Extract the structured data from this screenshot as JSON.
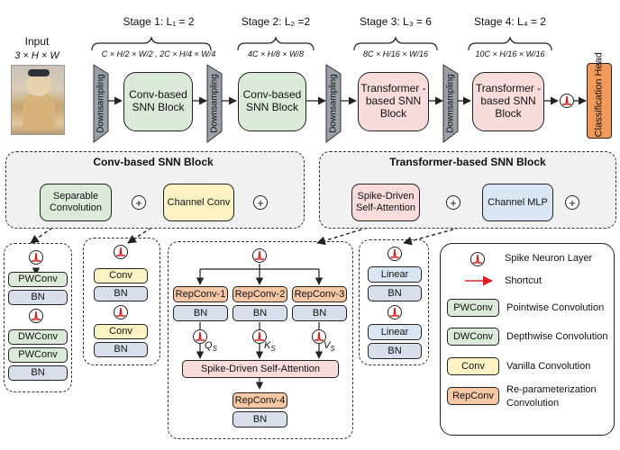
{
  "top": {
    "input_label": "Input",
    "input_dims": "3 × H × W",
    "stage1_label": "Stage 1: L₁ = 2",
    "stage1_dims": "C × H/2 × W/2 , 2C × H/4 × W/4",
    "stage2_label": "Stage 2: L₂ =2",
    "stage2_dims": "4C × H/8 × W/8",
    "stage3_label": "Stage 3: L₃ = 6",
    "stage3_dims": "8C × H/16 × W/16",
    "stage4_label": "Stage 4: L₄ = 2",
    "stage4_dims": "10C × H/16 × W/16",
    "downsampling": "Downsampling",
    "conv_snn_block": "Conv-based SNN Block",
    "transformer_snn_block": "Transformer -based SNN Block",
    "classification_head": "Classification Head"
  },
  "middle": {
    "conv_title": "Conv-based SNN Block",
    "separable_conv": "Separable Convolution",
    "channel_conv": "Channel Conv",
    "transformer_title": "Transformer-based SNN Block",
    "sdsa": "Spike-Driven Self-Attention",
    "channel_mlp": "Channel MLP",
    "plus": "+"
  },
  "bottom": {
    "pwconv": "PWConv",
    "dwconv": "DWConv",
    "bn": "BN",
    "conv": "Conv",
    "repconv1": "RepConv-1",
    "repconv2": "RepConv-2",
    "repconv3": "RepConv-3",
    "repconv4": "RepConv-4",
    "q": "Q",
    "q_sub": "S",
    "k": "K",
    "k_sub": "S",
    "v": "V",
    "v_sub": "S",
    "sdsa": "Spike-Driven Self-Attention",
    "linear": "Linear"
  },
  "legend": {
    "neuron": "Spike Neuron Layer",
    "shortcut": "Shortcut",
    "pwconv_key": "PWConv",
    "pwconv_desc": "Pointwise Convolution",
    "dwconv_key": "DWConv",
    "dwconv_desc": "Depthwise Convolution",
    "conv_key": "Conv",
    "conv_desc": "Vanilla Convolution",
    "repconv_key": "RepConv",
    "repconv_desc_1": "Re-parameterization",
    "repconv_desc_2": "Convolution"
  },
  "colors": {
    "shortcut": "#e02020",
    "neuron_spike": "#d42020"
  }
}
